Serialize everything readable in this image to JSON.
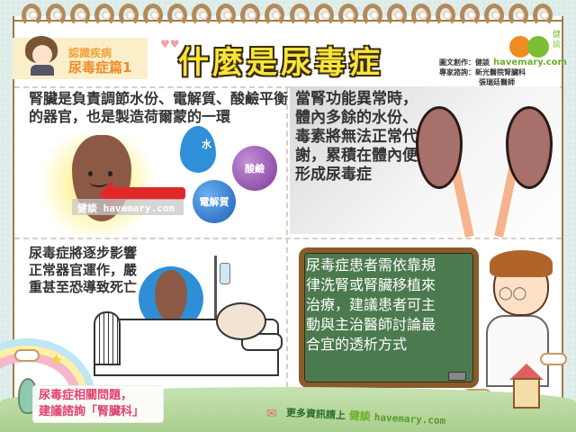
{
  "header": {
    "series_label": "認識疾病",
    "episode_label": "尿毒症篇1",
    "title": "什麼是尿毒症",
    "logo": {
      "brand_cn": "健談",
      "site": "havemary.com",
      "colors": {
        "orange": "#f08b1f",
        "green": "#7cbd34"
      }
    },
    "credits": {
      "author_label": "圖文創作：",
      "author": "健談",
      "consultant_label": "專家諮詢：",
      "consultant_dept": "新光醫院腎臟科",
      "consultant_name": "張瑞廷醫師"
    }
  },
  "panels": [
    {
      "id": "kidney-function",
      "text_lines": [
        "腎臟是負責調節水份、電解質、酸鹼平衡",
        "的器官，也是製造荷爾蒙的一環"
      ],
      "illustration": {
        "labels": {
          "water": "水",
          "acid_base": "酸鹼",
          "electrolyte": "電解質"
        },
        "watermark": "健談 havemary.com"
      }
    },
    {
      "id": "kidney-failure",
      "text_lines": [
        "當腎功能異常時，",
        "體內多餘的水份、",
        "毒素將無法正常代",
        "謝，累積在體內便",
        "形成尿毒症"
      ]
    },
    {
      "id": "organ-impact",
      "text_lines": [
        "尿毒症將逐步影響",
        "正常器官運作，嚴",
        "重甚至恐導致死亡"
      ]
    },
    {
      "id": "treatment",
      "text_lines": [
        "尿毒症患者需依靠規",
        "律洗腎或腎臟移植來",
        "治療，建議患者可主",
        "動與主治醫師討論最",
        "合宜的透析方式"
      ]
    }
  ],
  "footer": {
    "note_lines": [
      "尿毒症相關問題，",
      "建議諮詢「腎臟科」"
    ],
    "more_info_prefix": "更多資訊請上",
    "more_info_brand": "健談",
    "more_info_site": "havemary.com"
  },
  "colors": {
    "title_fill": "#f7e53a",
    "title_outline": "#3b2a10",
    "note_text": "#e0416b",
    "chalkboard": "#4b7a4e",
    "frame": "#a07a4c"
  }
}
